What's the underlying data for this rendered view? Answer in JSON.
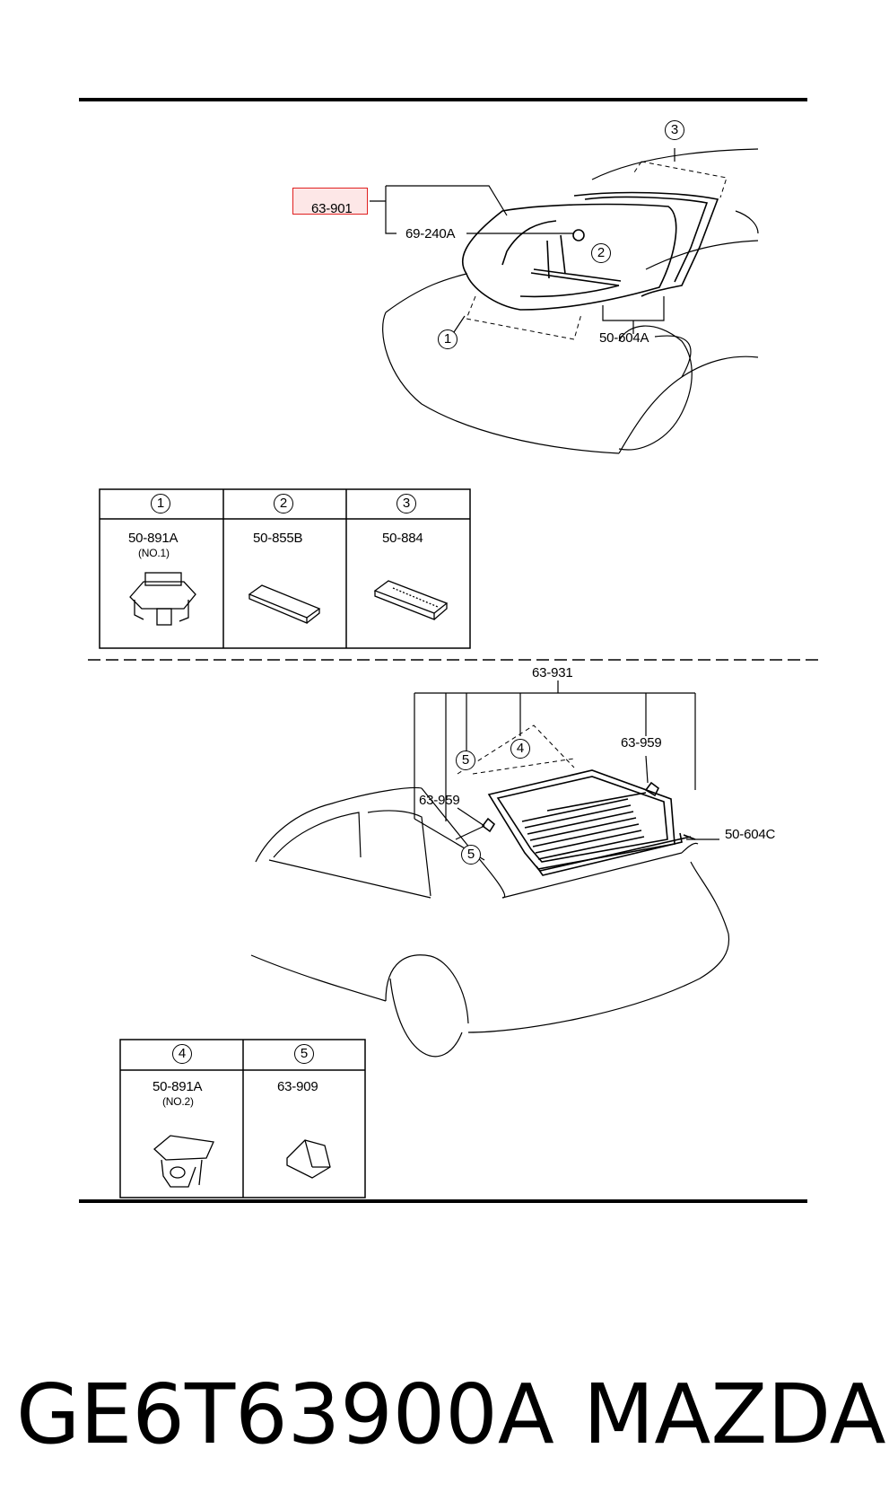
{
  "top_section": {
    "highlighted_part": "63-901",
    "labels": {
      "glass_hardware": "69-240A",
      "molding": "50-604A"
    },
    "callouts": [
      "1",
      "2",
      "3"
    ]
  },
  "parts_table_1": [
    {
      "callout": "1",
      "part": "50-891A",
      "note": "(NO.1)"
    },
    {
      "callout": "2",
      "part": "50-855B",
      "note": ""
    },
    {
      "callout": "3",
      "part": "50-884",
      "note": ""
    }
  ],
  "bottom_section": {
    "assembly": "63-931",
    "clip_right": "63-959",
    "clip_left": "63-959",
    "molding": "50-604C",
    "callouts": [
      "4",
      "5",
      "5"
    ]
  },
  "parts_table_2": [
    {
      "callout": "4",
      "part": "50-891A",
      "note": "(NO.2)"
    },
    {
      "callout": "5",
      "part": "63-909",
      "note": ""
    }
  ],
  "footer": {
    "part_number": "GE6T63900A",
    "brand": "MAZDA"
  }
}
